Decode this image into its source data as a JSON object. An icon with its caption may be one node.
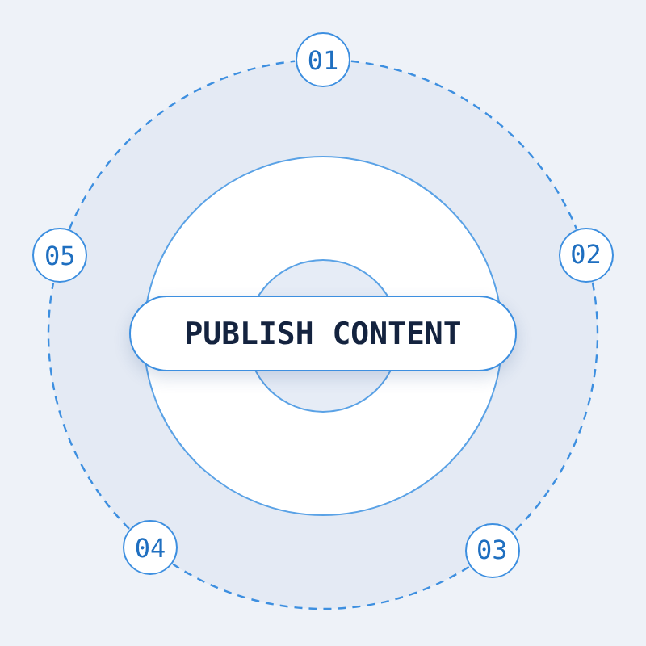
{
  "diagram": {
    "nodes": [
      {
        "text": [
          "PUBLISH CONTENT"
        ]
      },
      {
        "text": [
          "01"
        ]
      },
      {
        "text": [
          "02"
        ]
      },
      {
        "text": [
          "03"
        ]
      },
      {
        "text": [
          "04"
        ]
      },
      {
        "text": [
          "05"
        ]
      }
    ],
    "edges": [
      {
        "from": 1,
        "to": 2,
        "arrow": "none",
        "style": "dashed"
      },
      {
        "from": 2,
        "to": 3,
        "arrow": "none",
        "style": "dashed"
      },
      {
        "from": 3,
        "to": 4,
        "arrow": "none",
        "style": "dashed"
      },
      {
        "from": 4,
        "to": 5,
        "arrow": "none",
        "style": "dashed"
      },
      {
        "from": 5,
        "to": 1,
        "arrow": "none",
        "style": "dashed"
      }
    ]
  }
}
